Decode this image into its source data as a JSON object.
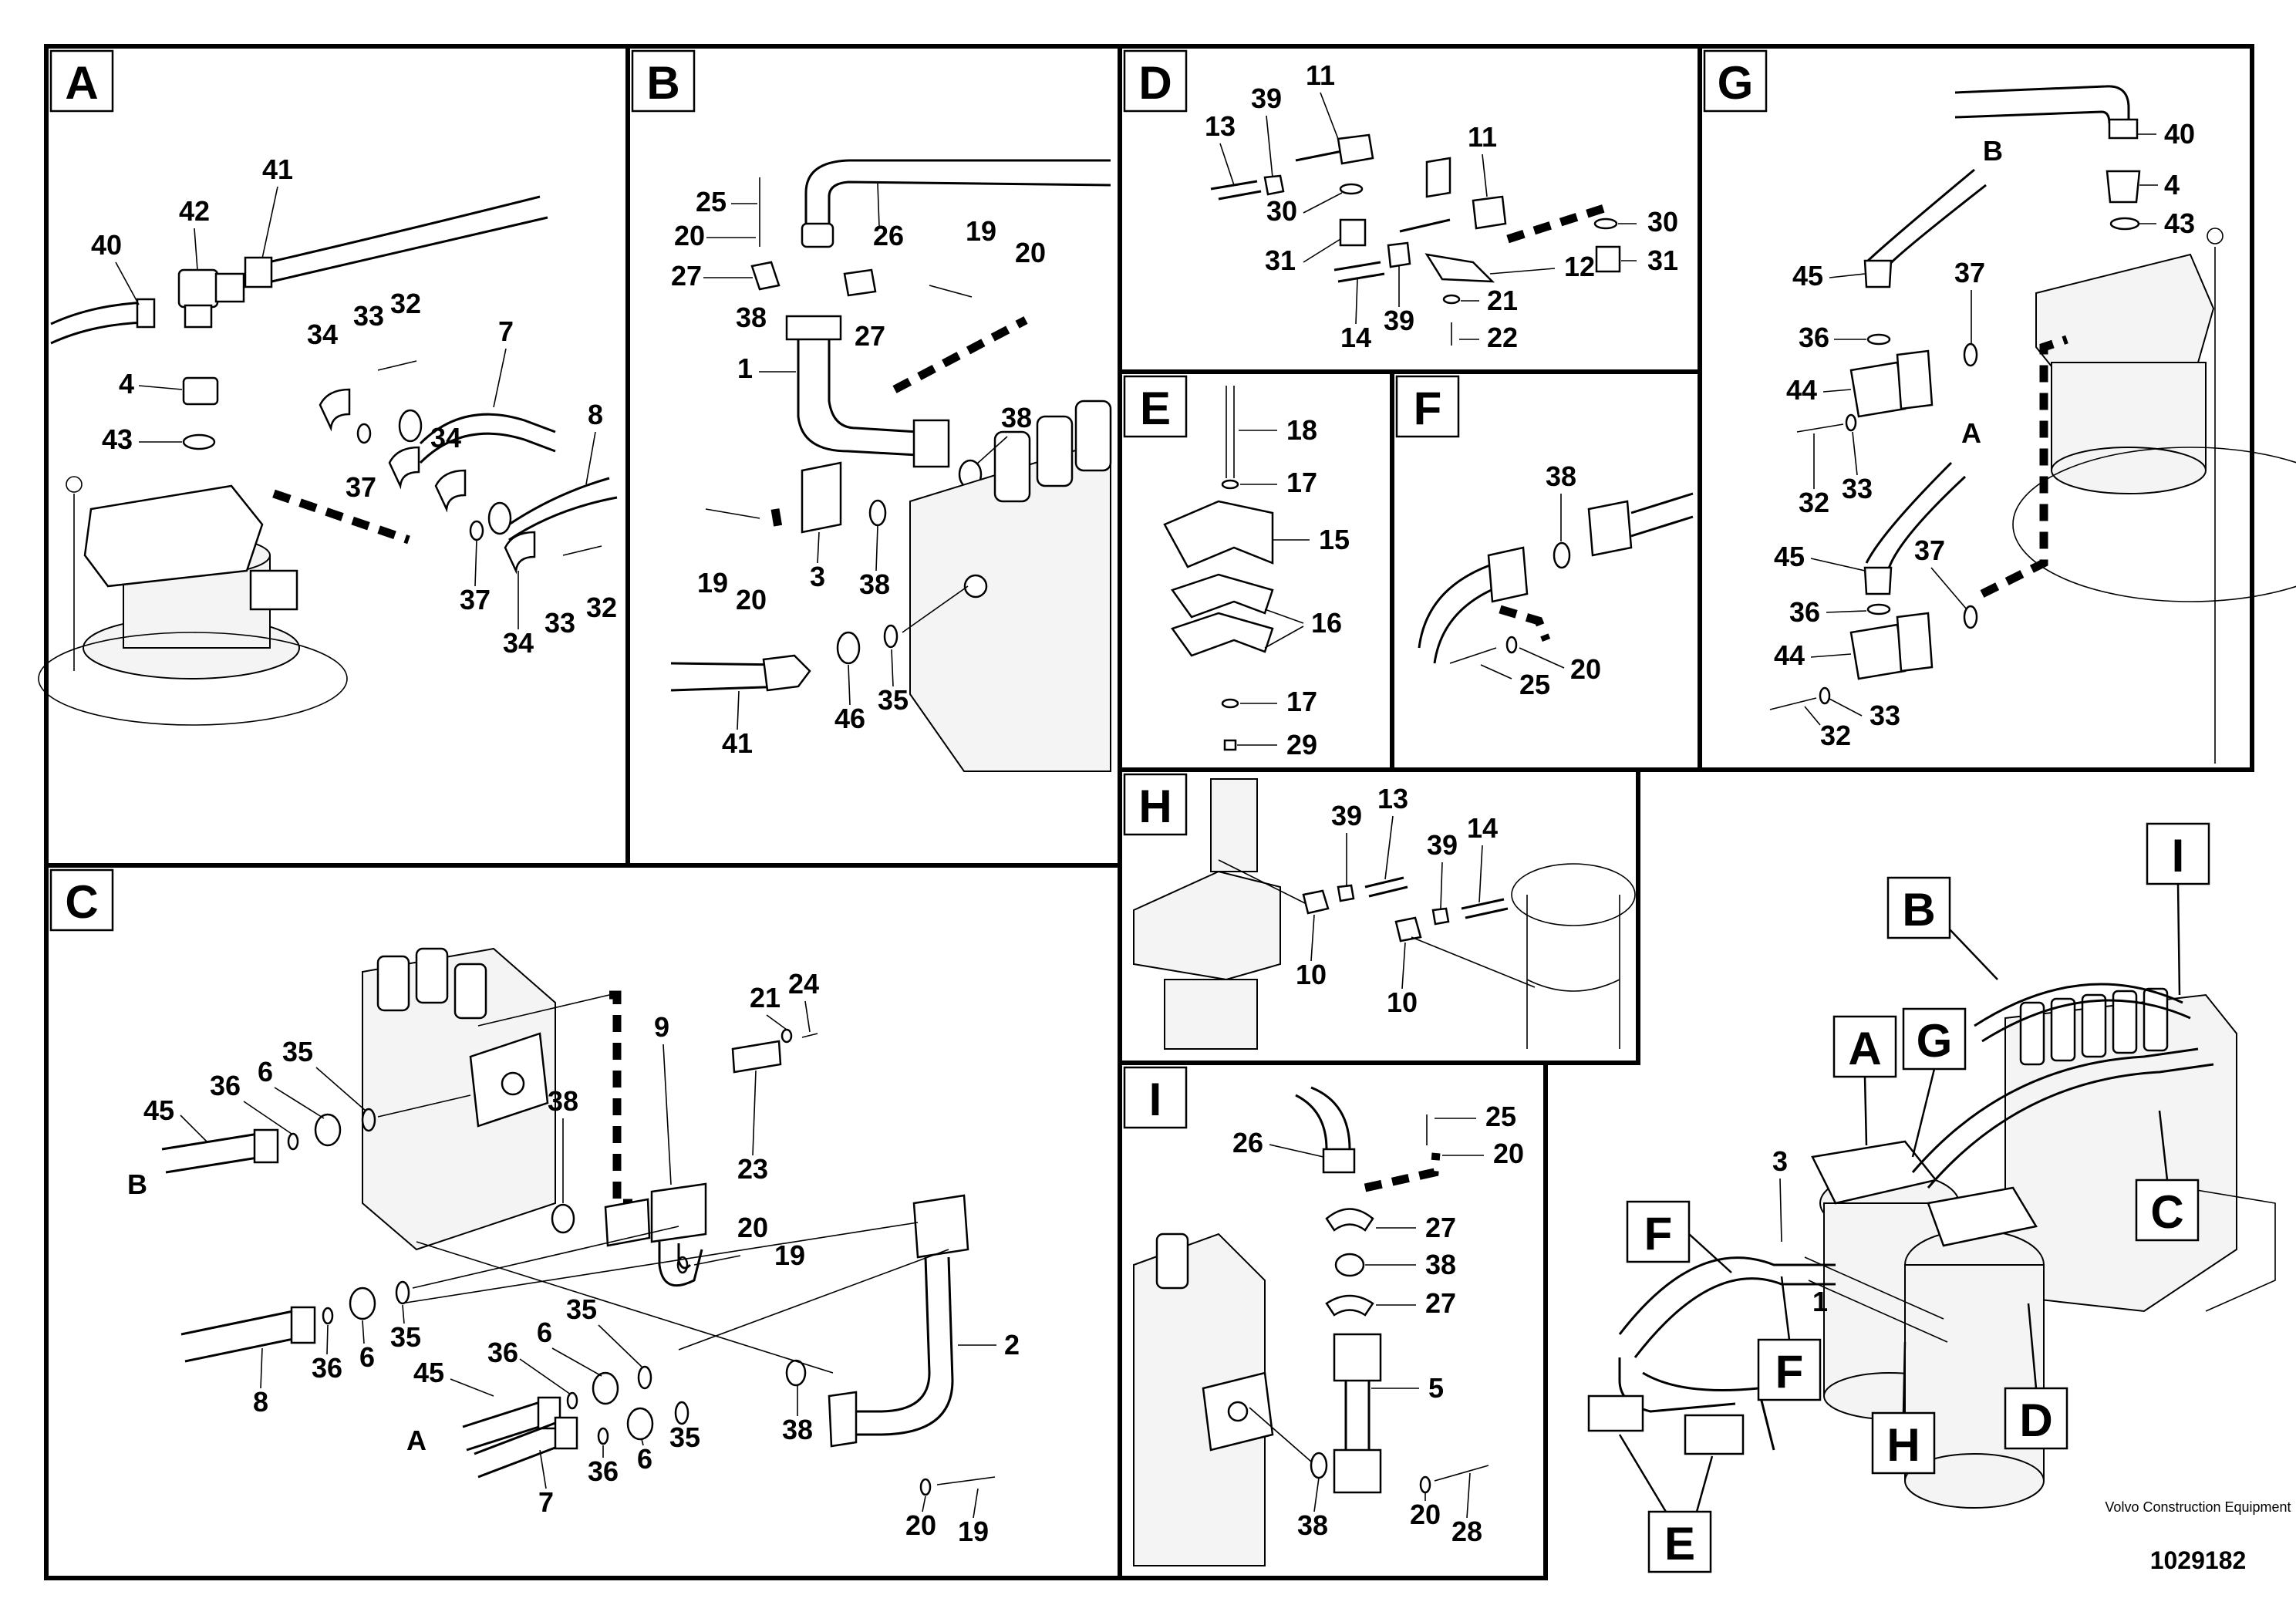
{
  "panels": [
    {
      "letter": "A",
      "callouts": [
        "40",
        "42",
        "41",
        "4",
        "43",
        "34",
        "33",
        "32",
        "7",
        "37",
        "34",
        "8",
        "37",
        "34",
        "33",
        "32"
      ]
    },
    {
      "letter": "B",
      "callouts": [
        "25",
        "20",
        "27",
        "38",
        "27",
        "26",
        "19",
        "20",
        "1",
        "38",
        "19",
        "20",
        "3",
        "38",
        "41",
        "46",
        "35"
      ]
    },
    {
      "letter": "D",
      "callouts": [
        "13",
        "39",
        "11",
        "30",
        "31",
        "11",
        "30",
        "31",
        "12",
        "14",
        "39",
        "21",
        "22"
      ]
    },
    {
      "letter": "E",
      "callouts": [
        "18",
        "17",
        "15",
        "16",
        "17",
        "29"
      ]
    },
    {
      "letter": "F",
      "callouts": [
        "38",
        "25",
        "20"
      ]
    },
    {
      "letter": "G",
      "callouts": [
        "B",
        "40",
        "4",
        "43",
        "45",
        "37",
        "36",
        "44",
        "32",
        "33",
        "A",
        "45",
        "37",
        "36",
        "44",
        "32",
        "33"
      ]
    },
    {
      "letter": "H",
      "callouts": [
        "39",
        "13",
        "39",
        "14",
        "10",
        "10"
      ]
    },
    {
      "letter": "C",
      "callouts": [
        "45",
        "B",
        "36",
        "6",
        "35",
        "38",
        "9",
        "21",
        "24",
        "23",
        "20",
        "19",
        "8",
        "36",
        "6",
        "35",
        "36",
        "6",
        "35",
        "45",
        "A",
        "7",
        "36",
        "6",
        "35",
        "38",
        "2",
        "20",
        "19"
      ]
    },
    {
      "letter": "I",
      "callouts": [
        "26",
        "25",
        "20",
        "27",
        "38",
        "27",
        "5",
        "38",
        "20",
        "28"
      ]
    }
  ],
  "overview": {
    "labels": [
      "A",
      "G",
      "B",
      "I",
      "F",
      "F",
      "E",
      "H",
      "D",
      "C"
    ],
    "callouts": [
      "3",
      "1"
    ]
  },
  "footer": {
    "brand": "Volvo Construction Equipment",
    "doc_number": "1029182"
  }
}
